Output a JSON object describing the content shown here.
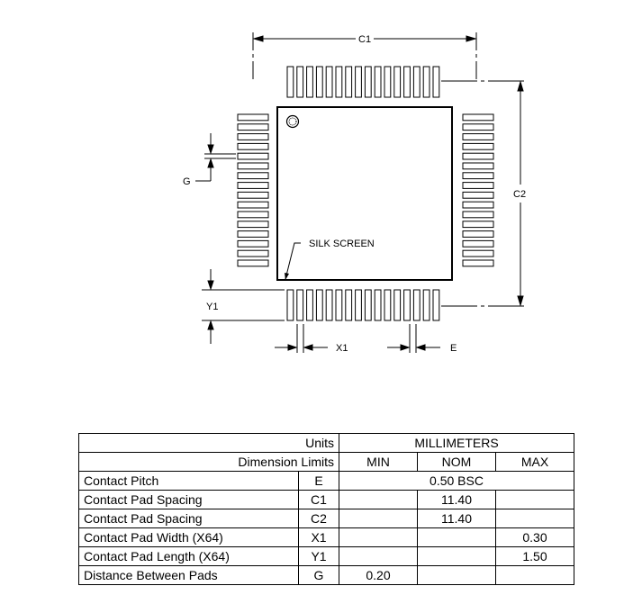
{
  "drawing": {
    "labels": {
      "c1": "C1",
      "c2": "C2",
      "g": "G",
      "y1": "Y1",
      "x1": "X1",
      "e": "E",
      "silk_screen": "SILK SCREEN"
    }
  },
  "table": {
    "units_label": "Units",
    "units_value": "MILLIMETERS",
    "dimension_limits_label": "Dimension Limits",
    "col_min": "MIN",
    "col_nom": "NOM",
    "col_max": "MAX",
    "rows": [
      {
        "name": "Contact Pitch",
        "symbol": "E",
        "min": "",
        "nom": "0.50 BSC",
        "max": "",
        "merged": true
      },
      {
        "name": "Contact Pad Spacing",
        "symbol": "C1",
        "min": "",
        "nom": "11.40",
        "max": ""
      },
      {
        "name": "Contact Pad Spacing",
        "symbol": "C2",
        "min": "",
        "nom": "11.40",
        "max": ""
      },
      {
        "name": "Contact Pad Width (X64)",
        "symbol": "X1",
        "min": "",
        "nom": "",
        "max": "0.30"
      },
      {
        "name": "Contact Pad Length (X64)",
        "symbol": "Y1",
        "min": "",
        "nom": "",
        "max": "1.50"
      },
      {
        "name": "Distance Between Pads",
        "symbol": "G",
        "min": "0.20",
        "nom": "",
        "max": ""
      }
    ]
  }
}
